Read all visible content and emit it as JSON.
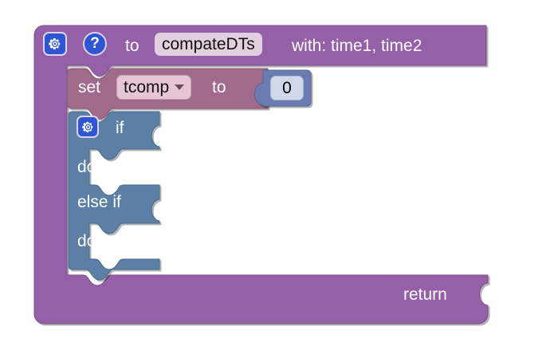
{
  "editor": {
    "name": "blockly-workspace",
    "background_color": "#ffffff"
  },
  "procedure_block": {
    "color": "#9561a8",
    "gear_icon": "gear-icon",
    "help_icon": "help-icon",
    "help_glyph": "?",
    "to_label": "to",
    "procedure_name": "compateDTs",
    "params_label": "with: time1, time2",
    "return_label": "return"
  },
  "set_block": {
    "color": "#a06a8a",
    "set_label": "set",
    "variable_name": "tcomp",
    "dropdown_icon": "chevron-down-icon",
    "to_label": "to"
  },
  "number_block": {
    "color": "#6a7cb0",
    "value": "0"
  },
  "if_block": {
    "color": "#5b7fa6",
    "gear_icon": "gear-icon",
    "rows": [
      {
        "label": "if",
        "type": "condition"
      },
      {
        "label": "do",
        "type": "statement"
      },
      {
        "label": "else if",
        "type": "condition"
      },
      {
        "label": "do",
        "type": "statement"
      }
    ]
  }
}
